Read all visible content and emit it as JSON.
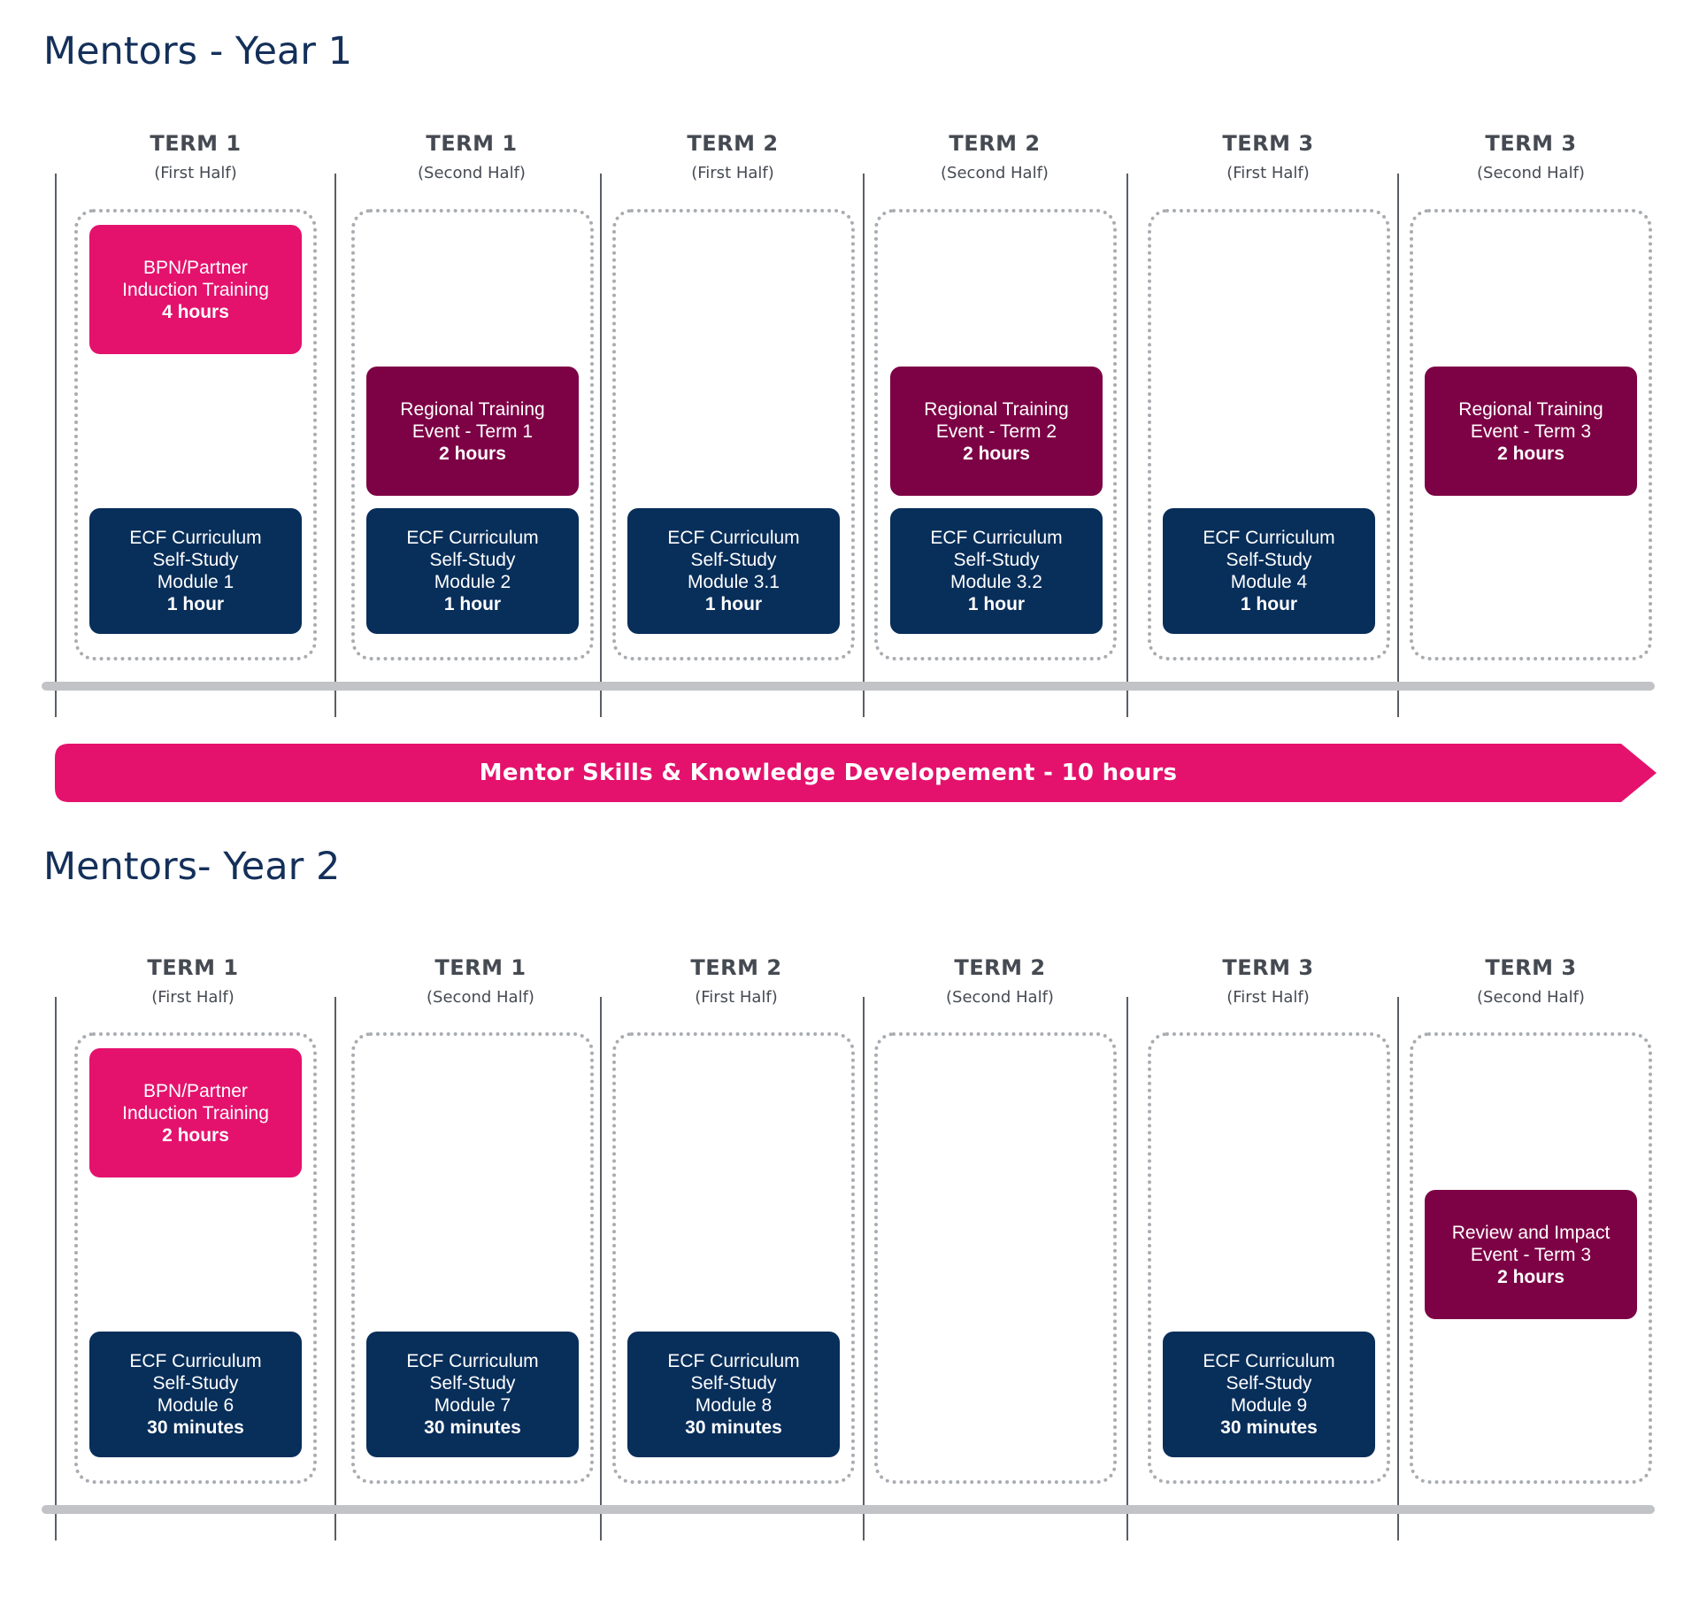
{
  "colors": {
    "title": "#14305a",
    "induction": "#e4126d",
    "event": "#7d0245",
    "module": "#082e5a",
    "arrow": "#e4126d",
    "grid": "#a9acb0"
  },
  "year1": {
    "title": "Mentors - Year 1",
    "terms": [
      {
        "name": "TERM 1",
        "half": "(First Half)"
      },
      {
        "name": "TERM 1",
        "half": "(Second Half)"
      },
      {
        "name": "TERM 2",
        "half": "(First Half)"
      },
      {
        "name": "TERM 2",
        "half": "(Second Half)"
      },
      {
        "name": "TERM 3",
        "half": "(First Half)"
      },
      {
        "name": "TERM 3",
        "half": "(Second Half)"
      }
    ],
    "induction": {
      "line1": "BPN/Partner",
      "line2": "Induction Training",
      "duration": "4 hours"
    },
    "events": [
      {
        "line1": "Regional Training",
        "line2": "Event - Term 1",
        "duration": "2 hours"
      },
      {
        "line1": "Regional Training",
        "line2": "Event - Term 2",
        "duration": "2 hours"
      },
      {
        "line1": "Regional Training",
        "line2": "Event - Term 3",
        "duration": "2 hours"
      }
    ],
    "modules": [
      {
        "line1": "ECF Curriculum",
        "line2": "Self-Study",
        "line3": "Module 1",
        "duration": "1 hour"
      },
      {
        "line1": "ECF Curriculum",
        "line2": "Self-Study",
        "line3": "Module 2",
        "duration": "1 hour"
      },
      {
        "line1": "ECF Curriculum",
        "line2": "Self-Study",
        "line3": "Module 3.1",
        "duration": "1 hour"
      },
      {
        "line1": "ECF Curriculum",
        "line2": "Self-Study",
        "line3": "Module 3.2",
        "duration": "1 hour"
      },
      {
        "line1": "ECF Curriculum",
        "line2": "Self-Study",
        "line3": "Module 4",
        "duration": "1 hour"
      }
    ]
  },
  "development_bar": {
    "label": "Mentor Skills & Knowledge Developement - 10 hours"
  },
  "year2": {
    "title": "Mentors- Year 2",
    "terms": [
      {
        "name": "TERM 1",
        "half": "(First Half)"
      },
      {
        "name": "TERM 1",
        "half": "(Second Half)"
      },
      {
        "name": "TERM 2",
        "half": "(First Half)"
      },
      {
        "name": "TERM 2",
        "half": "(Second Half)"
      },
      {
        "name": "TERM 3",
        "half": "(First Half)"
      },
      {
        "name": "TERM 3",
        "half": "(Second Half)"
      }
    ],
    "induction": {
      "line1": "BPN/Partner",
      "line2": "Induction Training",
      "duration": "2 hours"
    },
    "events": [
      {
        "line1": "Review and Impact",
        "line2": "Event - Term 3",
        "duration": "2 hours"
      }
    ],
    "modules": [
      {
        "line1": "ECF Curriculum",
        "line2": "Self-Study",
        "line3": "Module 6",
        "duration": "30 minutes"
      },
      {
        "line1": "ECF Curriculum",
        "line2": "Self-Study",
        "line3": "Module 7",
        "duration": "30 minutes"
      },
      {
        "line1": "ECF Curriculum",
        "line2": "Self-Study",
        "line3": "Module 8",
        "duration": "30 minutes"
      },
      {
        "line1": "ECF Curriculum",
        "line2": "Self-Study",
        "line3": "Module 9",
        "duration": "30 minutes"
      }
    ]
  }
}
